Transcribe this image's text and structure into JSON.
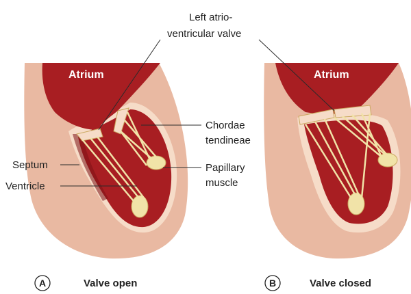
{
  "labels": {
    "valve_line1": "Left atrio-",
    "valve_line2": "ventricular valve",
    "chordae_line1": "Chordae",
    "chordae_line2": "tendineae",
    "papillary_line1": "Papillary",
    "papillary_line2": "muscle",
    "septum": "Septum",
    "ventricle": "Ventricle"
  },
  "panels": [
    {
      "letter": "A",
      "chamber": "Atrium",
      "caption": "Valve open"
    },
    {
      "letter": "B",
      "chamber": "Atrium",
      "caption": "Valve closed"
    }
  ],
  "colors": {
    "tissue": "#e9b9a2",
    "tissue_light": "#f6dcc8",
    "chamber": "#a81e22",
    "chamber_dark": "#7d1215",
    "muscle_fill": "#f1e3a8",
    "muscle_outline": "#caa860"
  }
}
